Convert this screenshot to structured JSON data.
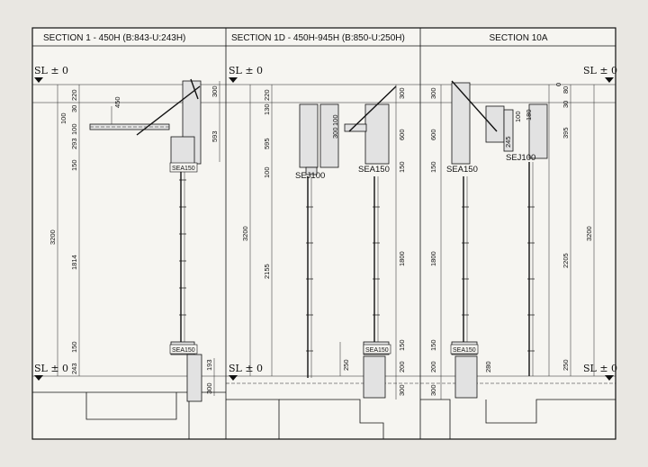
{
  "sections": [
    {
      "title": "SECTION 1 - 450H (B:843-U:243H)",
      "level_top": "SL ± 0",
      "level_bottom": "SL ± 0",
      "dims_left": [
        "220",
        "30",
        "100",
        "100",
        "293",
        "150",
        "3200",
        "1814",
        "150",
        "243"
      ],
      "dims_right": [
        "300",
        "593",
        "193",
        "300"
      ],
      "dim_slab": "450",
      "tags": [
        "SEA150",
        "SEA150"
      ]
    },
    {
      "title": "SECTION 1D - 450H-945H (B:850-U:250H)",
      "level_top": "SL ± 0",
      "level_bottom": "SL ± 0",
      "dims_left": [
        "220",
        "130",
        "595",
        "100",
        "3200",
        "2155"
      ],
      "dims_mid": [
        "300",
        "100",
        "250"
      ],
      "dims_right": [
        "300",
        "600",
        "150",
        "1800",
        "150",
        "200",
        "300"
      ],
      "tags": [
        "SEJ100",
        "SEA150",
        "SEA150"
      ]
    },
    {
      "title": "SECTION 10A",
      "level_top": "SL ± 0",
      "level_bottom": "SL ± 0",
      "dims_left": [
        "300",
        "600",
        "150",
        "1800",
        "150",
        "200",
        "300"
      ],
      "dims_mid": [
        "245",
        "100",
        "180",
        "280"
      ],
      "dims_right": [
        "0",
        "80",
        "30",
        "395",
        "2205",
        "3200",
        "250"
      ],
      "tags": [
        "SEA150",
        "SEJ100",
        "SEA150"
      ]
    }
  ]
}
